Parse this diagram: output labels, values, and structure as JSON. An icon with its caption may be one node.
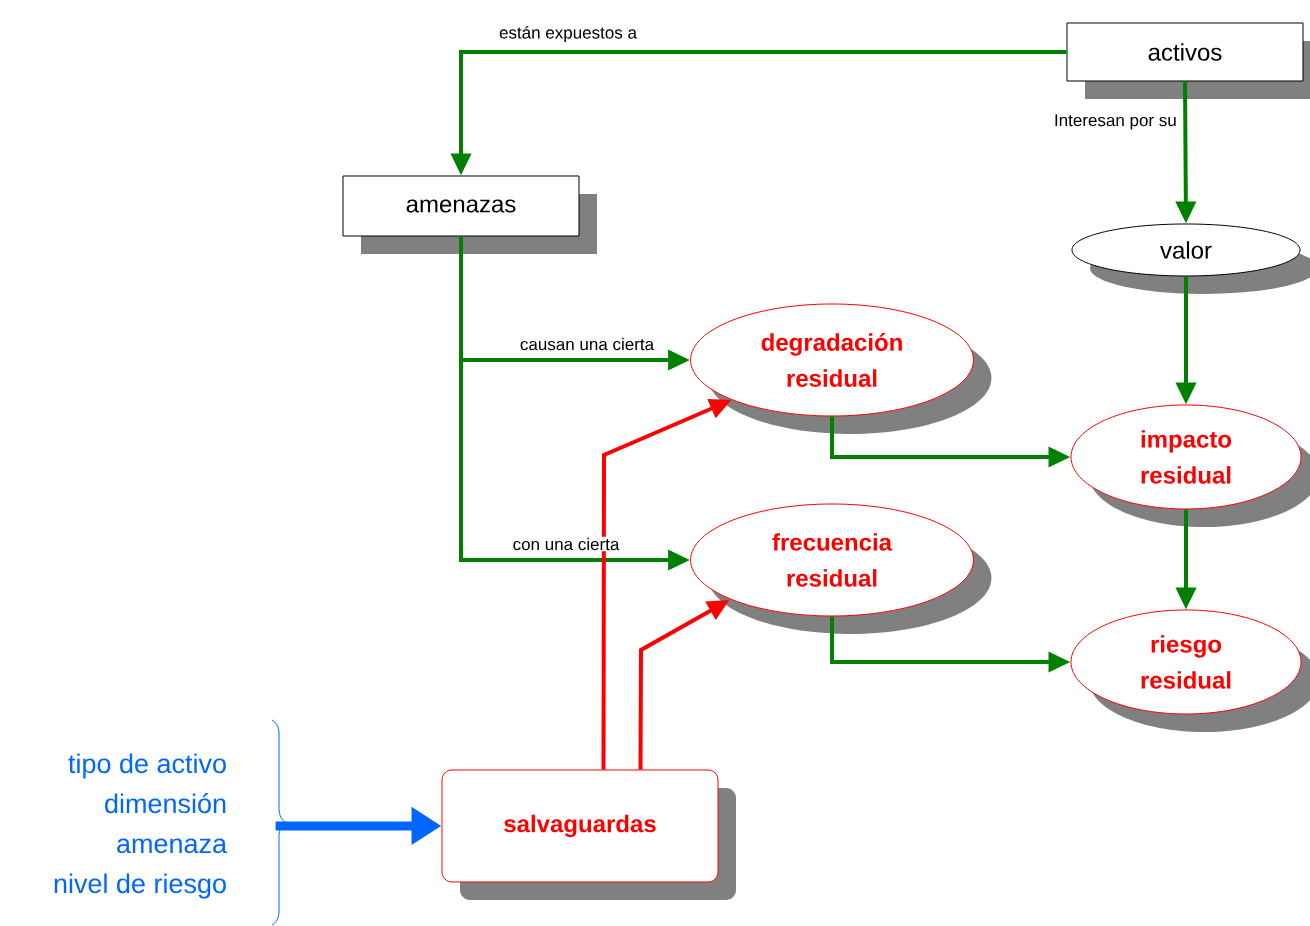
{
  "diagram": {
    "nodes": [
      {
        "text": [
          "activos"
        ]
      },
      {
        "text": [
          "amenazas"
        ]
      },
      {
        "text": [
          "valor"
        ]
      },
      {
        "text": [
          "degradación residual"
        ]
      },
      {
        "text": [
          "impacto residual"
        ]
      },
      {
        "text": [
          "frecuencia residual"
        ]
      },
      {
        "text": [
          "riesgo residual"
        ]
      },
      {
        "text": [
          "salvaguardas"
        ]
      },
      {
        "text": [
          "tipo de activo",
          "dimensión",
          "amenaza",
          "nivel de riesgo"
        ]
      }
    ],
    "edges": [
      {
        "from": 0,
        "to": 1,
        "arrow": "to",
        "label": "están expuestos a"
      },
      {
        "from": 0,
        "to": 2,
        "arrow": "to",
        "label": "Interesan por su"
      },
      {
        "from": 1,
        "to": 3,
        "arrow": "to",
        "label": "causan una cierta"
      },
      {
        "from": 1,
        "to": 5,
        "arrow": "to",
        "label": "con una cierta"
      },
      {
        "from": 2,
        "to": 4,
        "arrow": "to"
      },
      {
        "from": 4,
        "to": 6,
        "arrow": "to"
      },
      {
        "from": 3,
        "to": 4,
        "arrow": "to"
      },
      {
        "from": 5,
        "to": 6,
        "arrow": "to"
      },
      {
        "from": 7,
        "to": 3,
        "arrow": "to",
        "color": "#ff0000"
      },
      {
        "from": 7,
        "to": 5,
        "arrow": "to",
        "color": "#ff0000"
      },
      {
        "from": 8,
        "to": 7,
        "arrow": "to",
        "style": "thick",
        "color": "#0066ff"
      }
    ]
  }
}
